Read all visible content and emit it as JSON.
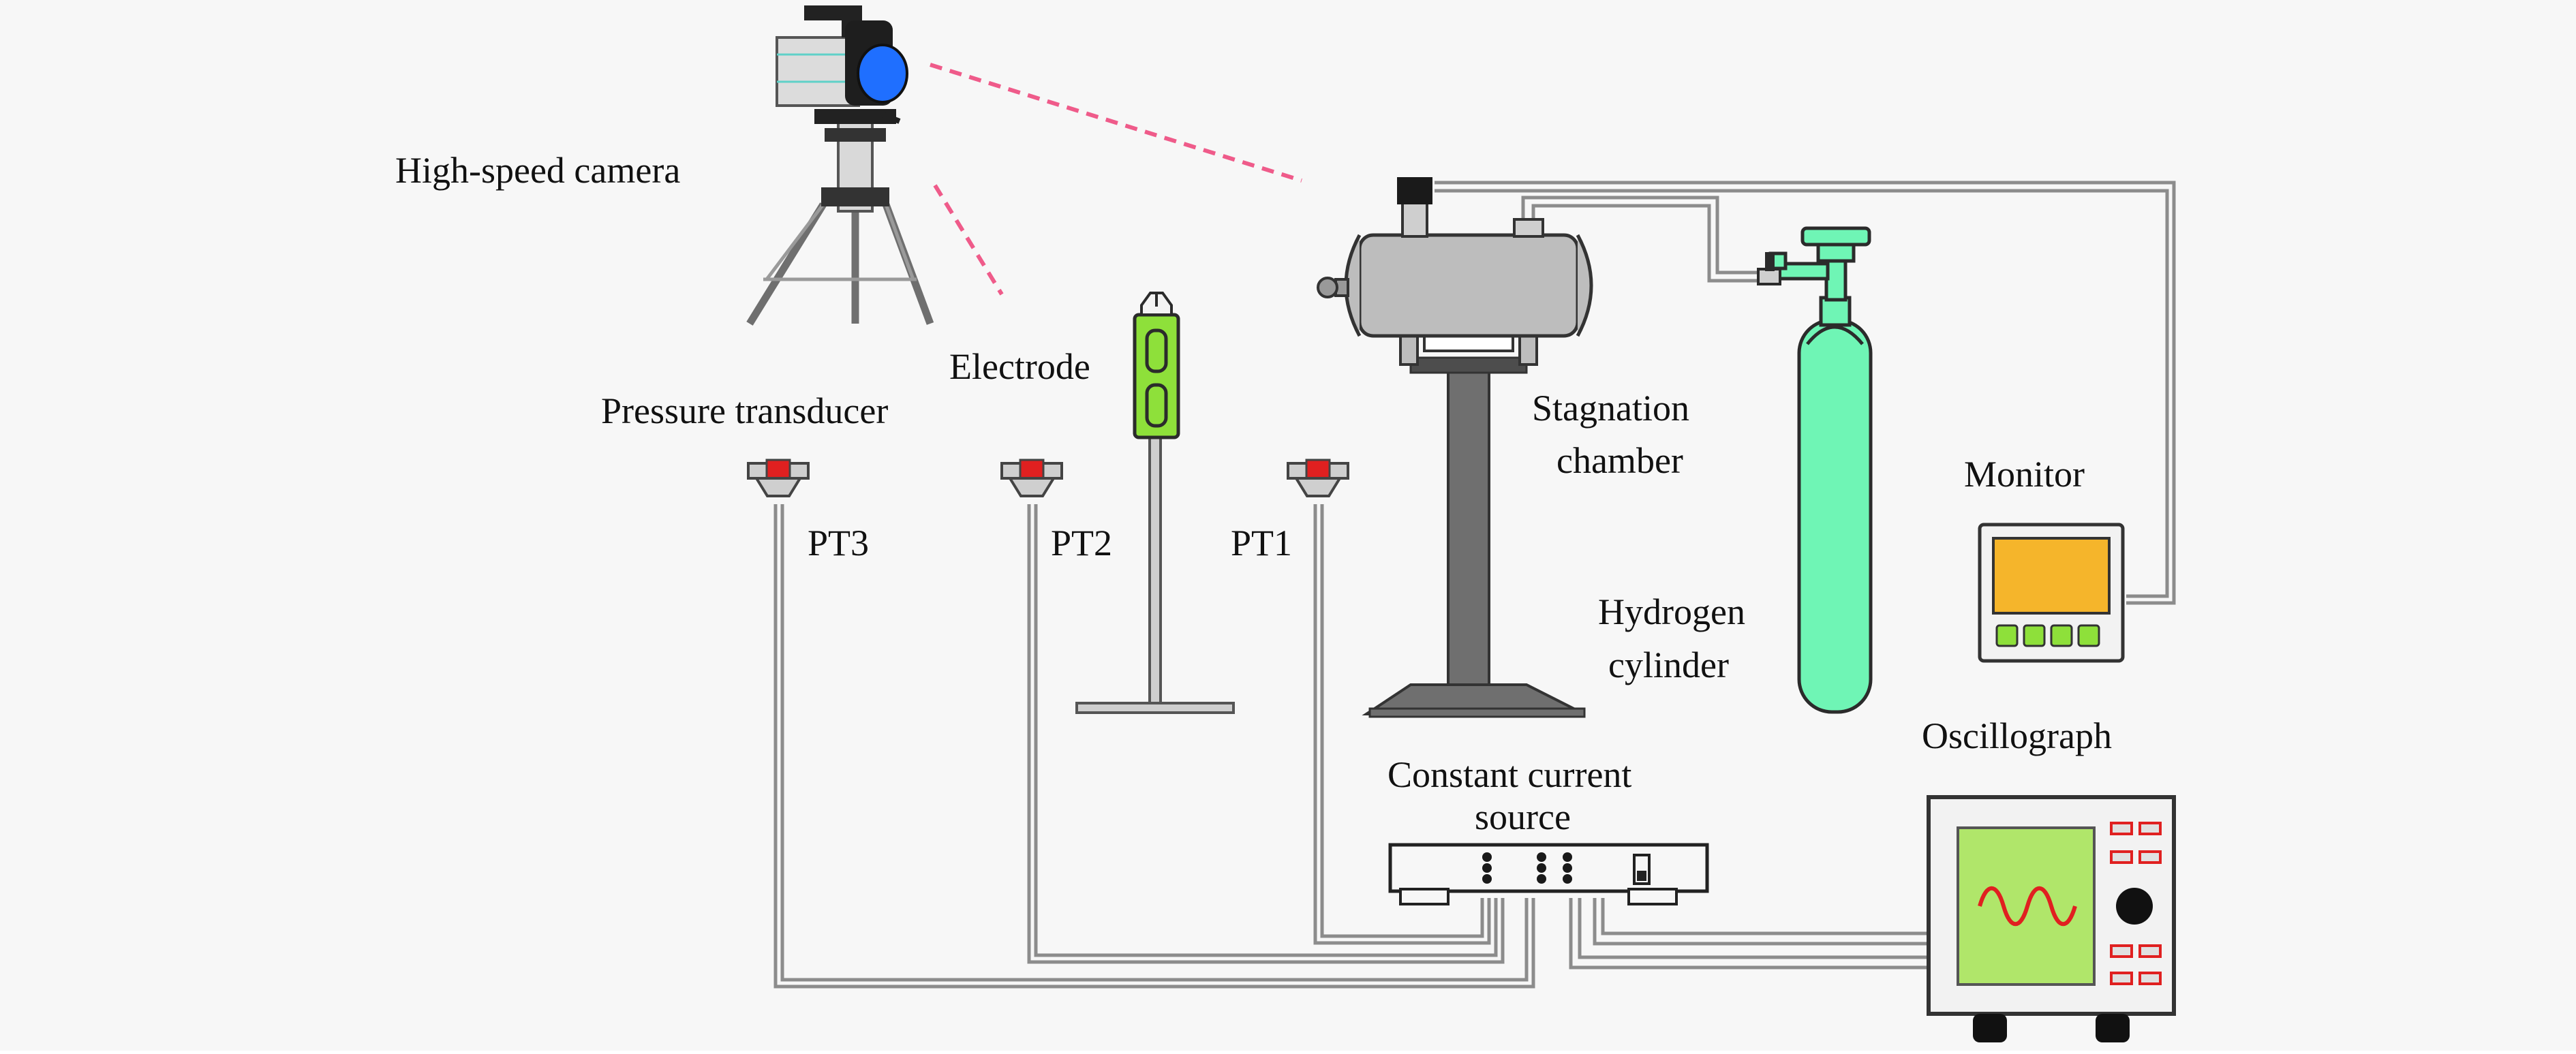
{
  "labels": {
    "camera": "High-speed camera",
    "electrode": "Electrode",
    "pressure_transducer": "Pressure transducer",
    "pt3": "PT3",
    "pt2": "PT2",
    "pt1": "PT1",
    "stagnation_line1": "Stagnation",
    "stagnation_line2": "chamber",
    "monitor": "Monitor",
    "hydrogen_line1": "Hydrogen",
    "hydrogen_line2": "cylinder",
    "oscillograph": "Oscillograph",
    "ccs_line1": "Constant current",
    "ccs_line2": "source"
  },
  "colors": {
    "background": "#f7f7f7",
    "laser": "#ef5b8a",
    "wire": "#8c8c8c",
    "electrode_green": "#8ee03a",
    "cylinder_green": "#6ff5b5",
    "monitor_screen": "#f5b52b",
    "oscillograph_screen": "#b0e66a",
    "signal_wave": "#e02020",
    "camera_lens": "#1f6fff",
    "transducer_tip": "#e02020",
    "stand_gray": "#7a7a7a",
    "chamber_gray": "#bdbdbd"
  }
}
